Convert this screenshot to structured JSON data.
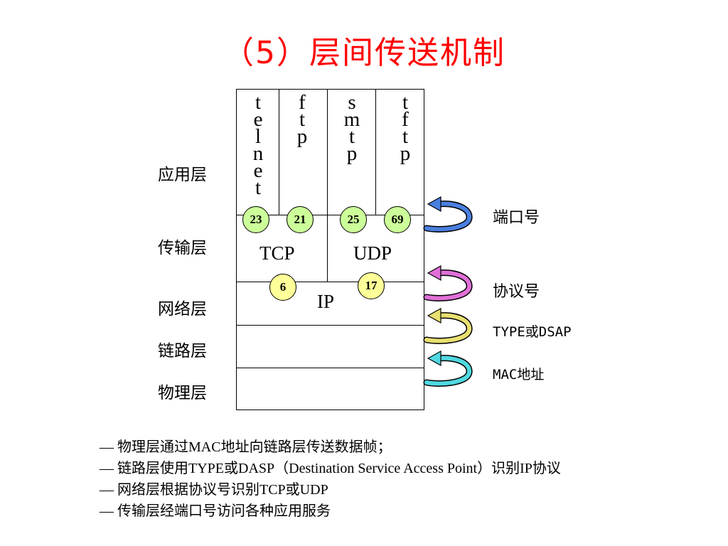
{
  "title": "（5）层间传送机制",
  "layers": {
    "application": "应用层",
    "transport": "传输层",
    "network": "网络层",
    "link": "链路层",
    "physical": "物理层"
  },
  "apps": {
    "telnet": [
      "t",
      "e",
      "l",
      "n",
      "e",
      "t"
    ],
    "ftp": [
      "f",
      "t",
      "p"
    ],
    "smtp": [
      "s",
      "m",
      "t",
      "p"
    ],
    "tftp": [
      "t",
      "f",
      "t",
      "p"
    ]
  },
  "ports": {
    "telnet": "23",
    "ftp": "21",
    "smtp": "25",
    "tftp": "69"
  },
  "transport": {
    "tcp": "TCP",
    "udp": "UDP"
  },
  "protocol_numbers": {
    "tcp": "6",
    "udp": "17"
  },
  "network": {
    "ip": "IP"
  },
  "side_labels": {
    "port": "端口号",
    "protocol": "协议号",
    "type": "TYPE或DSAP",
    "mac": "MAC地址"
  },
  "arrow_colors": {
    "port": "#4a7fe0",
    "protocol": "#e070d8",
    "type": "#e8e070",
    "mac": "#50d8e0"
  },
  "notes": [
    "— 物理层通过MAC地址向链路层传送数据帧；",
    "— 链路层使用TYPE或DASP（Destination Service Access Point）识别IP协议",
    "— 网络层根据协议号识别TCP或UDP",
    "— 传输层经端口号访问各种应用服务"
  ]
}
